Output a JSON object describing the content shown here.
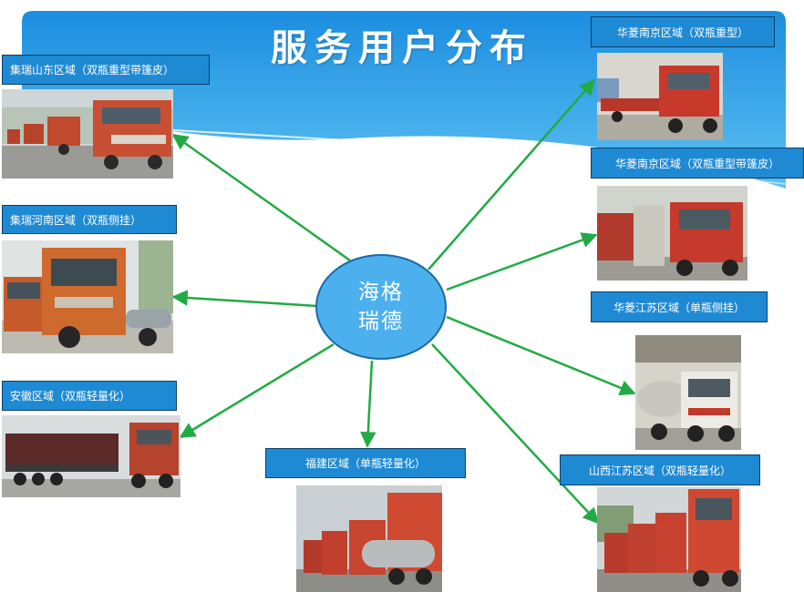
{
  "title": "服务用户分布",
  "hub": {
    "line1": "海格",
    "line2": "瑞德"
  },
  "regions": [
    {
      "id": "shandong",
      "label": "集瑞山东区域（双瓶重型带篷皮）"
    },
    {
      "id": "henan",
      "label": "集瑞河南区域（双瓶侧挂）"
    },
    {
      "id": "anhui",
      "label": "安徽区域（双瓶轻量化）"
    },
    {
      "id": "fujian",
      "label": "福建区域（单瓶轻量化）"
    },
    {
      "id": "nanjing1",
      "label": "华菱南京区域（双瓶重型）"
    },
    {
      "id": "nanjing2",
      "label": "华菱南京区域（双瓶重型带篷皮）"
    },
    {
      "id": "jiangsu",
      "label": "华菱江苏区域（单瓶侧挂）"
    },
    {
      "id": "shanxi",
      "label": "山西江苏区域（双瓶轻量化）"
    }
  ],
  "colors": {
    "banner": "#2a9be6",
    "label_bg": "#1f8ad4",
    "hub": "#4db0ee",
    "arrow": "#22aa44"
  }
}
